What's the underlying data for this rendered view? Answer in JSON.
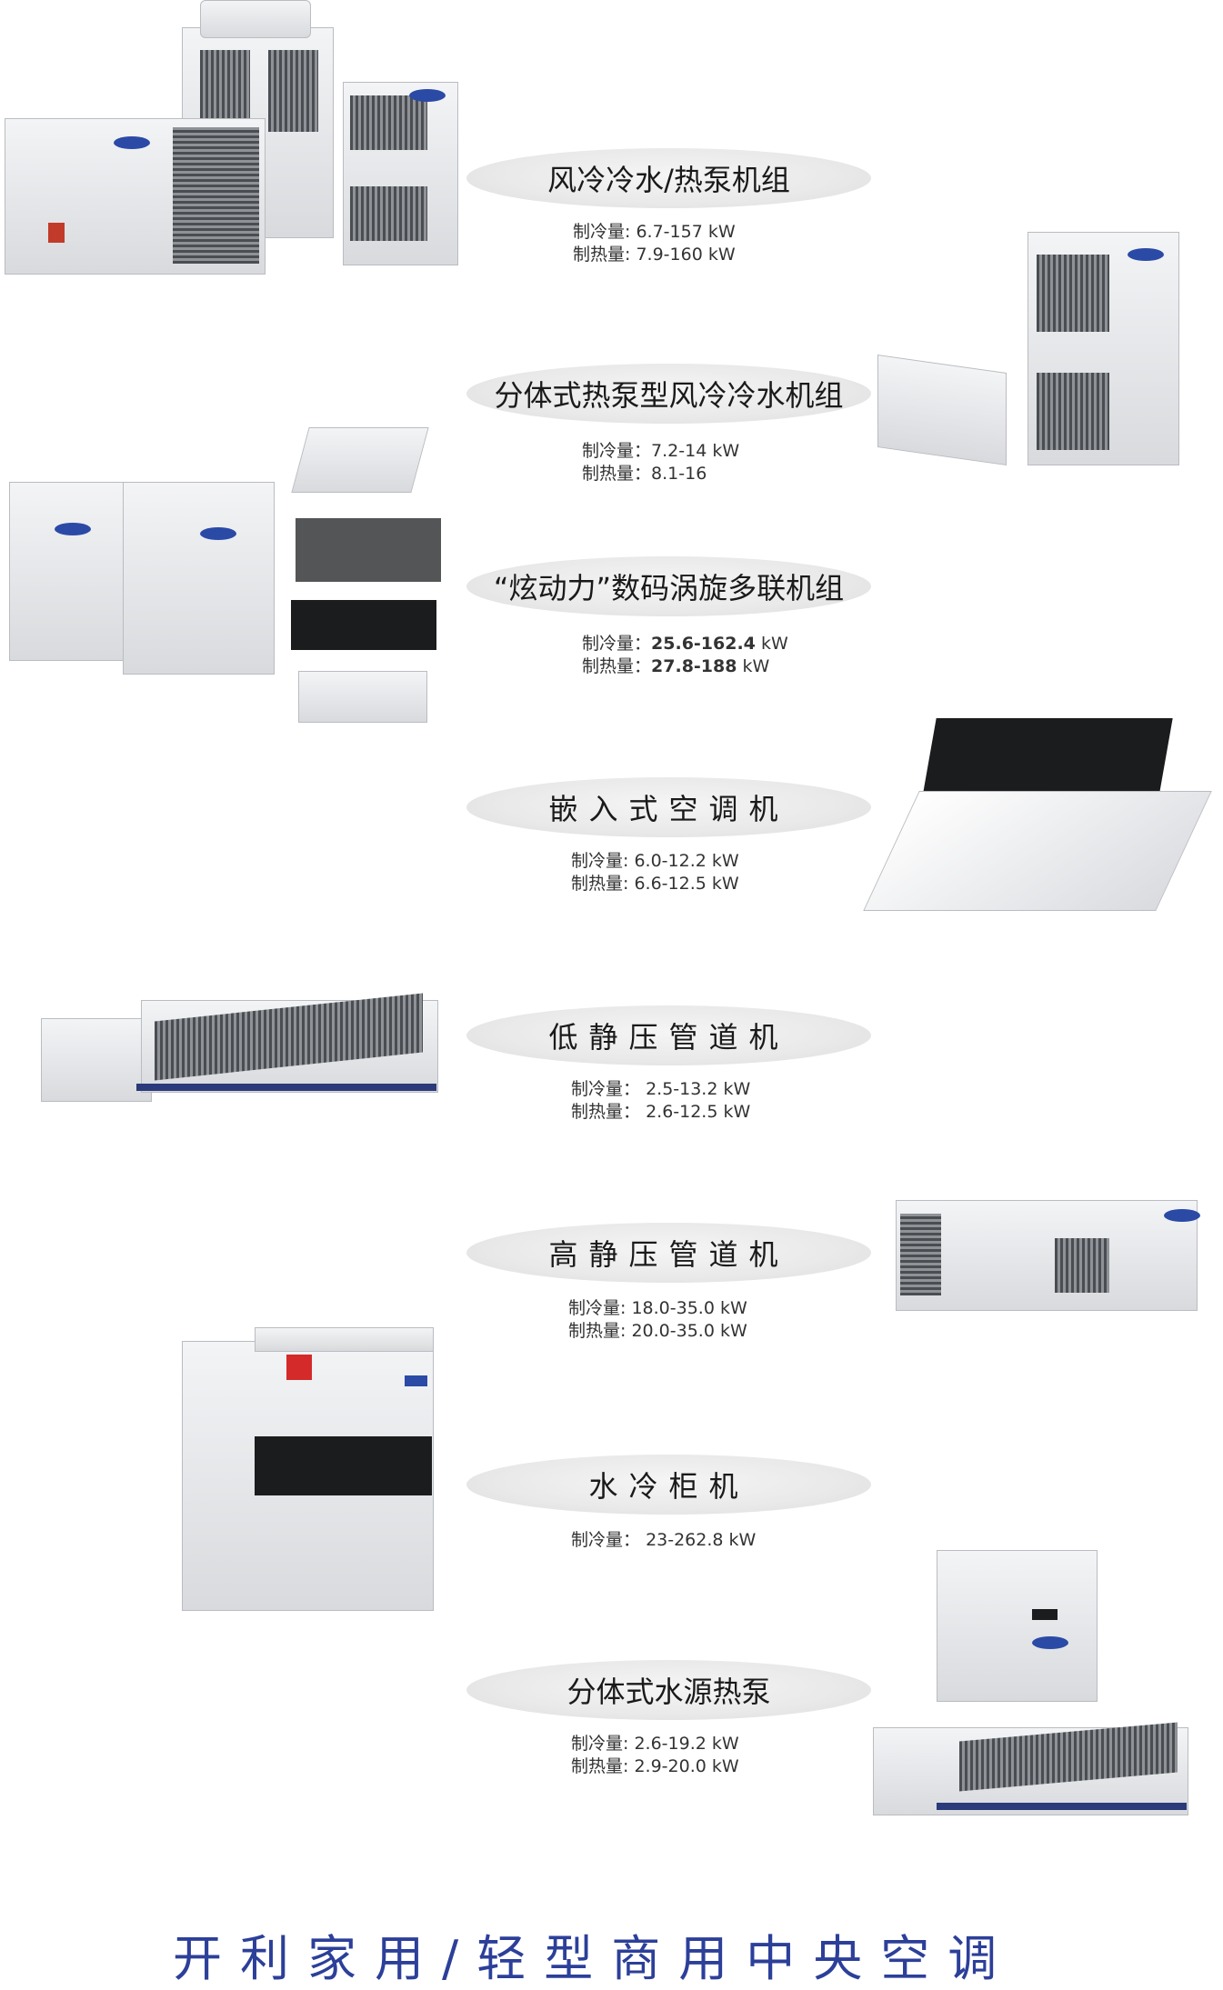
{
  "products": [
    {
      "title": "风冷冷水/热泵机组",
      "specs": [
        {
          "label": "制冷量:",
          "value": "6.7-157 kW"
        },
        {
          "label": "制热量:",
          "value": "7.9-160 kW"
        }
      ]
    },
    {
      "title": "分体式热泵型风冷冷水机组",
      "specs": [
        {
          "label": "制冷量",
          "value": "7.2-14 kW"
        },
        {
          "label": "制热量",
          "value": "8.1-16"
        }
      ]
    },
    {
      "title": "“炫动力”数码涡旋多联机组",
      "specs": [
        {
          "label": "制冷量",
          "value": "25.6-162.4",
          "unit": "kW"
        },
        {
          "label": "制热量",
          "value": "27.8-188",
          "unit": "kW"
        }
      ]
    },
    {
      "title": "嵌入式空调机",
      "specs": [
        {
          "label": "制冷量:",
          "value": "6.0-12.2 kW"
        },
        {
          "label": "制热量:",
          "value": "6.6-12.5 kW"
        }
      ]
    },
    {
      "title": "低静压管道机",
      "specs": [
        {
          "label": "制冷量",
          "value": "2.5-13.2 kW"
        },
        {
          "label": "制热量",
          "value": "2.6-12.5 kW"
        }
      ]
    },
    {
      "title": "高静压管道机",
      "specs": [
        {
          "label": "制冷量:",
          "value": "18.0-35.0 kW"
        },
        {
          "label": "制热量:",
          "value": "20.0-35.0 kW"
        }
      ]
    },
    {
      "title": "水冷柜机",
      "specs": [
        {
          "label": "制冷量",
          "value": "23-262.8 kW"
        }
      ]
    },
    {
      "title": "分体式水源热泵",
      "specs": [
        {
          "label": "制冷量:",
          "value": "2.6-19.2 kW"
        },
        {
          "label": "制热量:",
          "value": "2.9-20.0 kW"
        }
      ]
    }
  ],
  "footer": "开利家用/轻型商用中央空调",
  "colors": {
    "footer": "#2c3f99",
    "pill": "#e6e6e6",
    "brand_logo": "#2a4aa6"
  }
}
